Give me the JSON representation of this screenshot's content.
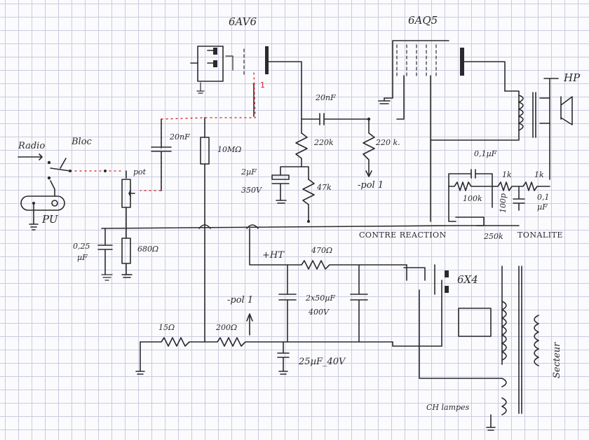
{
  "tubes": {
    "preamp": "6AV6",
    "output": "6AQ5",
    "rectifier": "6X4"
  },
  "inputs": {
    "radio": "Radio",
    "bloc": "Bloc",
    "pu": "PU"
  },
  "components": {
    "pot": "pot",
    "c_input": "20nF",
    "r_grid": "10MΩ",
    "c_bypass_top": "2µF",
    "c_bypass_bottom": "350V",
    "r_plate": "220k",
    "r_cathode": "47k",
    "c_coupling": "20nF",
    "r_grid2": "220 k.",
    "pol_node": "-pol 1",
    "c_025_top": "0,25",
    "c_025_bottom": "µF",
    "r_680": "680Ω",
    "hp": "HP",
    "c_tone": "0,1µF",
    "r_1k_a": "1k",
    "r_1k_b": "1k",
    "r_100k": "100k",
    "c_01_top": "0,1",
    "c_01_bottom": "µF",
    "c_100p": "100p",
    "pot_250k": "250k",
    "tonalite": "TONALITE",
    "contre_reaction": "CONTRE REACTION",
    "ht": "+HT",
    "r_470": "470Ω",
    "pol_node2": "-pol 1",
    "c_filter_top": "2x50µF",
    "c_filter_bottom": "400V",
    "r_15": "15Ω",
    "r_200": "200Ω",
    "c_25": "25µF_40V",
    "secteur": "Secteur",
    "ch_lampes": "CH lampes",
    "marker": "1"
  },
  "colors": {
    "ink": "#2a2a2e",
    "grid": "#c9cbe0",
    "paper": "#fbfbfd",
    "marker": "#d81e1e"
  }
}
